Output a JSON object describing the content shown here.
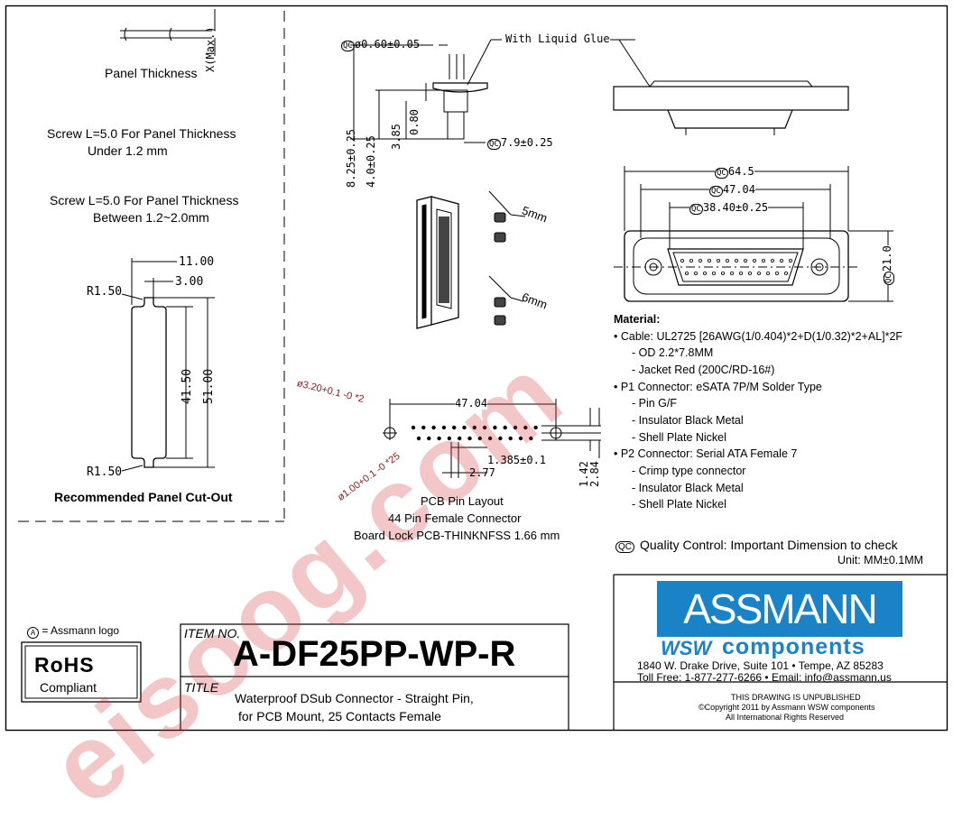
{
  "panel": {
    "panel_thickness": "Panel Thickness",
    "x_max": "X(Max.)",
    "screw_note_1": "Screw L=5.0 For Panel Thickness",
    "screw_note_1b": "Under 1.2 mm",
    "screw_note_2": "Screw L=5.0 For Panel Thickness",
    "screw_note_2b": "Between 1.2~2.0mm",
    "dim_11": "11.00",
    "dim_3": "3.00",
    "r_top": "R1.50",
    "r_bottom": "R1.50",
    "dim_41": "41.50",
    "dim_51": "51.00",
    "cutout_title": "Recommended Panel Cut-Out"
  },
  "side_view": {
    "qc_pin_dia": "ø0.60±0.05",
    "glue": "With Liquid Glue",
    "dim_825": "8.25±0.25",
    "dim_40": "4.0±0.25",
    "dim_385": "3.85",
    "dim_080": "0.80",
    "qc_79": "7.9±0.25"
  },
  "screws": {
    "len_5": "5mm",
    "len_6": "6mm"
  },
  "front_view": {
    "dim_645": "64.5",
    "dim_4704": "47.04",
    "dim_3840": "38.40±0.25",
    "dim_21": "21.0"
  },
  "pcb": {
    "dim_4704": "47.04",
    "hole_dia": "ø3.20+0.1 -0 *2",
    "pin_dia": "ø1.00+0.1 -0 *25",
    "pitch": "1.385±0.1",
    "dim_277": "2.77",
    "dim_142": "1.42",
    "dim_284": "2.84",
    "caption_1": "PCB Pin Layout",
    "caption_2": "44 Pin Female Connector",
    "caption_3": "Board Lock PCB-THINKNFSS 1.66 mm"
  },
  "material": {
    "heading": "Material:",
    "lines": [
      "• Cable: UL2725 [26AWG(1/0.404)*2+D(1/0.32)*2+AL]*2F",
      "- OD 2.2*7.8MM",
      "- Jacket Red (200C/RD-16#)",
      "• P1 Connector: eSATA 7P/M Solder Type",
      "- Pin G/F",
      "- Insulator Black Metal",
      "- Shell Plate Nickel",
      "• P2 Connector: Serial ATA Female 7",
      "- Crimp type connector",
      "- Insulator Black Metal",
      "- Shell Plate Nickel"
    ]
  },
  "qc_note": "Quality Control: Important Dimension to check",
  "unit_note": "Unit: MM±0.1MM",
  "qc_mark": "QC",
  "logo_note": "= Assmann logo",
  "rohs": {
    "line1": "RoHS",
    "line2": "Compliant"
  },
  "title_block": {
    "item_no_label": "ITEM NO.",
    "item_no": "A-DF25PP-WP-R",
    "title_label": "TITLE",
    "title_line1": "Waterproof DSub Connector - Straight Pin,",
    "title_line2": "for PCB Mount, 25 Contacts Female"
  },
  "company": {
    "brand": "ASSMANN",
    "wsw": "WSW",
    "components": "components",
    "address": "1840 W. Drake Drive, Suite 101 • Tempe, AZ 85283",
    "contact": "Toll Free: 1-877-277-6266 • Email: info@assmann.us",
    "notice1": "THIS DRAWING IS UNPUBLISHED",
    "notice2": "©Copyright 2011 by Assmann WSW components",
    "notice3": "All International Rights Reserved"
  },
  "watermark": "eisoog.com",
  "colors": {
    "brand_blue": "#1a83c7",
    "watermark_red": "#d73b3b"
  }
}
